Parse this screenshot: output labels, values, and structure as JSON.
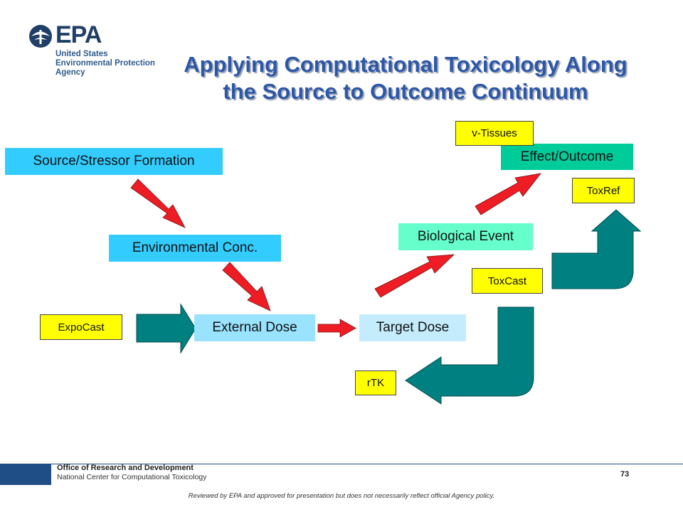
{
  "logo": {
    "word": "EPA",
    "lines": [
      "United States",
      "Environmental Protection",
      "Agency"
    ]
  },
  "title": {
    "line1": "Applying Computational Toxicology Along",
    "line2": "the Source to Outcome Continuum"
  },
  "nodes": {
    "source": "Source/Stressor Formation",
    "env_conc": "Environmental Conc.",
    "external_dose": "External Dose",
    "target_dose": "Target Dose",
    "biological_event": "Biological Event",
    "effect_outcome": "Effect/Outcome"
  },
  "tags": {
    "expocast": "ExpoCast",
    "rtk": "rTK",
    "toxcast": "ToxCast",
    "toxref": "ToxRef",
    "v_tissues": "v-Tissues"
  },
  "colors": {
    "title": "#2e57a6",
    "red_arrow": "#ee1c24",
    "teal_arrow": "#008080",
    "tag": "#ffff00"
  },
  "footer": {
    "org": "Office of Research and Development",
    "center": "National Center for Computational Toxicology",
    "page": "73",
    "disclaimer": "Reviewed by EPA and approved for presentation but does not necessarily reflect official Agency policy."
  }
}
